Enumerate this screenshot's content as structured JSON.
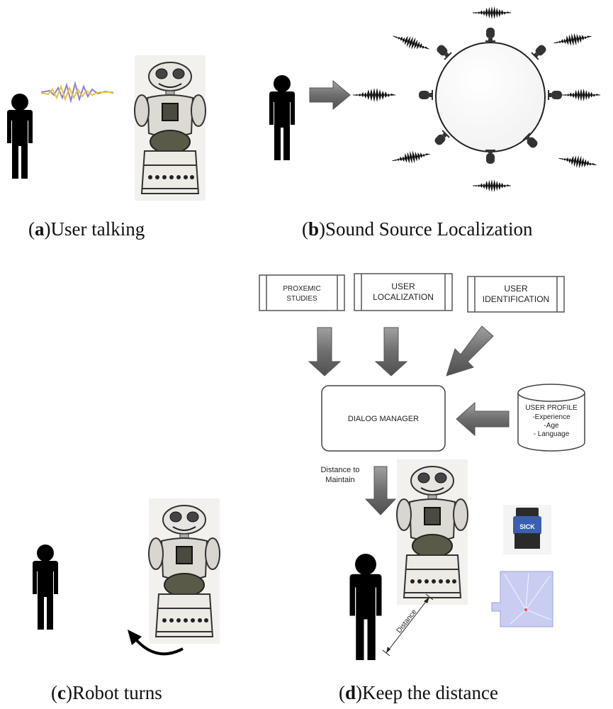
{
  "captions": {
    "a": {
      "letter": "a",
      "text": "User talking"
    },
    "b": {
      "letter": "b",
      "text": "Sound Source Localization"
    },
    "c": {
      "letter": "c",
      "text": "Robot turns"
    },
    "d": {
      "letter": "d",
      "text": "Keep the distance"
    }
  },
  "diagram": {
    "boxes": {
      "proxemic_l1": "PROXEMIC",
      "proxemic_l2": "STUDIES",
      "localization_l1": "USER",
      "localization_l2": "LOCALIZATION",
      "identification_l1": "USER",
      "identification_l2": "IDENTIFICATION",
      "dialog_manager": "DIALOG MANAGER"
    },
    "user_profile": {
      "title": "USER PROFILE",
      "items": [
        "-Experience",
        "-Age",
        "- Language"
      ]
    },
    "distance_to_maintain_l1": "Distance to",
    "distance_to_maintain_l2": "Maintain",
    "distance_label": "Distance",
    "sensor_label": "SICK"
  },
  "colors": {
    "arrow_fill": "#7a7a7a",
    "person": "#000000",
    "box_stroke": "#555555",
    "sensor_blue": "#3a5fb0",
    "map_fill": "#c9cdf2"
  }
}
